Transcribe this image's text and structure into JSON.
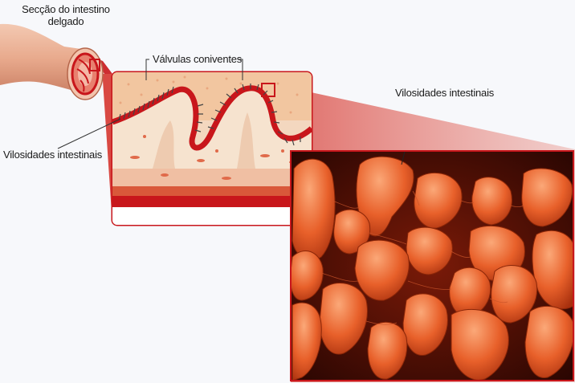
{
  "labels": {
    "section_line1": "Secção do intestino",
    "section_line2": "delgado",
    "plicae": "Válvulas coniventes",
    "villi_left": "Vilosidades intestinais",
    "villi_right": "Vilosidades intestinais"
  },
  "colors": {
    "accent_red": "#d42a22",
    "frame_red": "#c8161b",
    "tissue_pink": "#f0c7a8",
    "villi_orange": "#e8602a",
    "background": "#f7f8fb"
  }
}
